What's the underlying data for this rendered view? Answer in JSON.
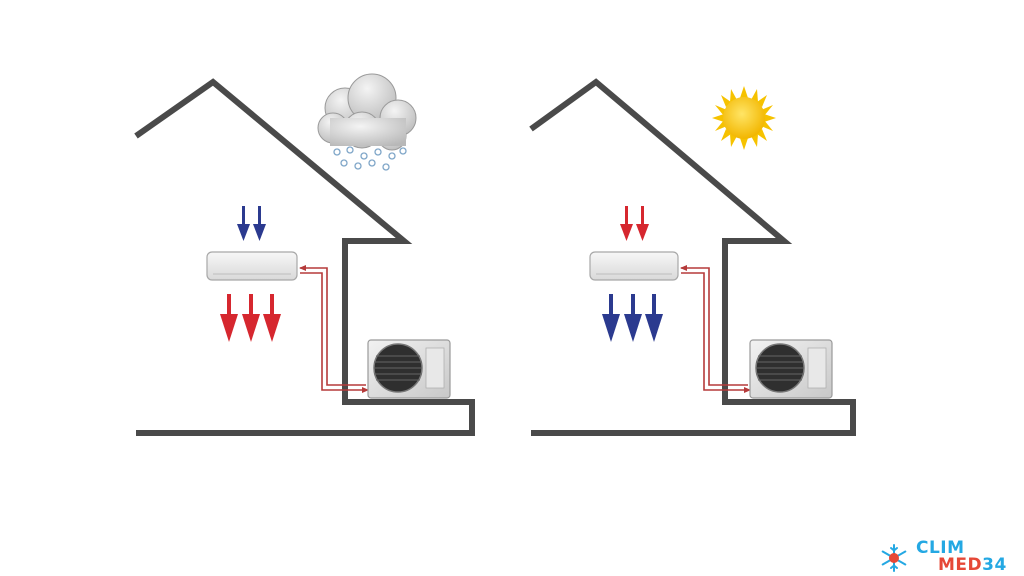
{
  "colors": {
    "outline": "#4a4a4a",
    "warm_arrow": "#d6272f",
    "cool_arrow": "#2b3a8f",
    "pipe": "#b53a3a",
    "sun": "#f6c200",
    "cloud": "#c9c9c9",
    "logo_blue": "#24a8e3",
    "logo_red": "#e64837"
  },
  "panels": [
    {
      "mode": "heating",
      "weather_icon": "snow-cloud-icon",
      "small_arrows": "cool",
      "large_arrows": "warm"
    },
    {
      "mode": "cooling",
      "weather_icon": "sun-icon",
      "small_arrows": "warm",
      "large_arrows": "cool"
    }
  ],
  "logo": {
    "line1": "CLIM",
    "line2_a": "MED",
    "line2_b": "34",
    "icon": "snowflake-sun-icon"
  }
}
